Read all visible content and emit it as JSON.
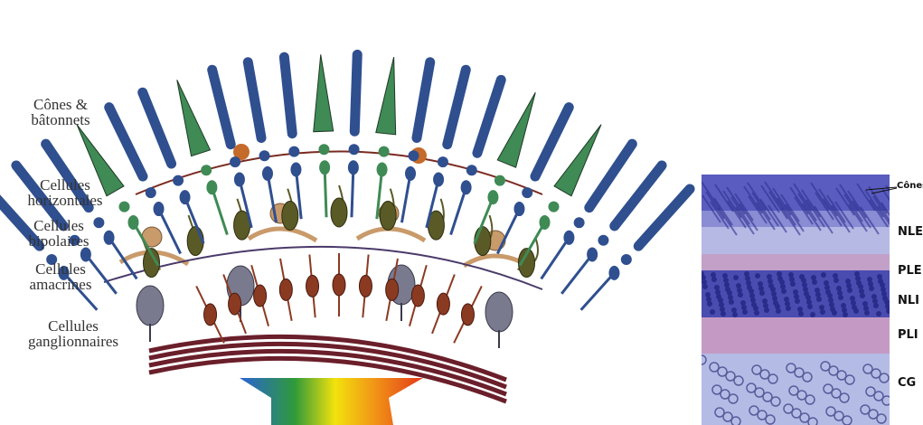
{
  "diagram": {
    "retina_labels": [
      {
        "text": "Cônes &\nbâtonnets"
      },
      {
        "text": "Cellules\nhorizontales"
      },
      {
        "text": "Cellules\nbipolaires"
      },
      {
        "text": "Cellules\namacrines"
      },
      {
        "text": "Cellules\nganglionnaires"
      }
    ],
    "layer_labels": [
      {
        "text": "Cônes"
      },
      {
        "text": "NLE"
      },
      {
        "text": "PLE"
      },
      {
        "text": "NLI"
      },
      {
        "text": "PLI"
      },
      {
        "text": "CG"
      }
    ],
    "colors": {
      "rod": "#2f4f8f",
      "cone": "#3f8a55",
      "horizontal_cell": "#5a5a26",
      "bipolar_cell": "#8b3a22",
      "amacrine_cell": "#c99a6a",
      "ganglion_cell": "#7a7a8e",
      "nerve_fibers": "#6a1f2a",
      "stain_dark": "#3d3f9e",
      "stain_light": "#aab0dc",
      "stain_pink": "#b48ab4"
    },
    "spectrum_colors": [
      "#2a63d6",
      "#2f9a3a",
      "#f2e20c",
      "#f29a16",
      "#e43a1a"
    ]
  }
}
